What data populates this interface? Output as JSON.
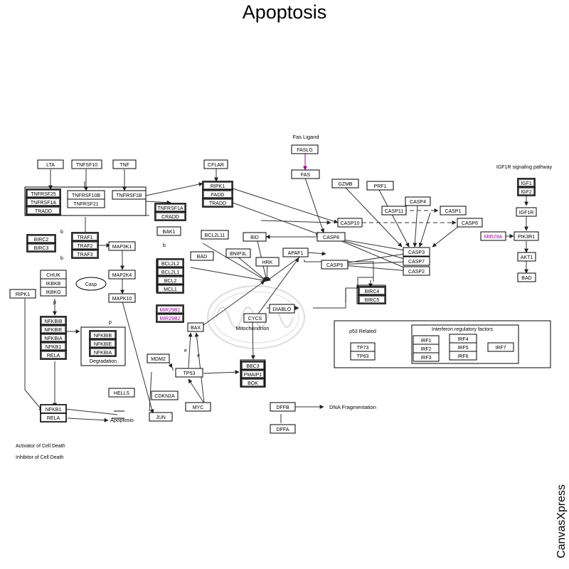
{
  "title": "Apoptosis",
  "brand": "CanvasXpress",
  "colors": {
    "mirna": "#990099",
    "line": "#333333",
    "box": "#000000"
  },
  "diagram": {
    "labels": {
      "fas_ligand": "Fas Ligand",
      "igf1r_pathway": "IGF1R signaling pathway",
      "mitochondrion": "Mitochondrion",
      "dna_fragmentation": "DNA Fragmentation",
      "apoptosis": "Apoptosis",
      "degradation": "Degradation",
      "activator": "Activator of Cell Death",
      "inhibitor": "Inhibitor of Cell Death",
      "p53_related": "p53 Related",
      "irf_group": "Interferon regulatory factors",
      "casp": "Casp",
      "b": "b",
      "p": "p",
      "e": "e"
    },
    "nodes": {
      "LTA": "LTA",
      "TNFSF10": "TNFSF10",
      "TNF": "TNF",
      "CFLAR": "CFLAR",
      "TNFRSF25": "TNFRSF25",
      "TNFRSF1A": "TNFRSF1A",
      "TRADD": "TRADD",
      "TNFRSF10B": "TNFRSF10B",
      "TNFRSF21": "TNFRSF21",
      "TNFRSF1B": "TNFRSF1B",
      "RIPK1": "RIPK1",
      "FADD": "FADD",
      "CRADD": "CRADD",
      "FASLG": "FASLG",
      "FAS": "FAS",
      "GZMB": "GZMB",
      "PRF1": "PRF1",
      "CASP4": "CASP4",
      "CASP11": "CASP11",
      "CASP1": "CASP1",
      "CASP10": "CASP10",
      "CASP6": "CASP6",
      "CASP8": "CASP8",
      "CASP3": "CASP3",
      "CASP7": "CASP7",
      "CASP2": "CASP2",
      "CASP9": "CASP9",
      "BID": "BID",
      "BAK1": "BAK1",
      "BCL2L11": "BCL2L11",
      "BNIP3L": "BNIP3L",
      "BAD": "BAD",
      "HRK": "HRK",
      "APAF1": "APAF1",
      "BCL2L2": "BCL2L2",
      "BCL2L1": "BCL2L1",
      "BCL2": "BCL2",
      "MCL1": "MCL1",
      "MIR29B1": "MIR29B1",
      "MIR29B2": "MIR29B2",
      "BIRC2": "BIRC2",
      "BIRC3": "BIRC3",
      "TRAF1": "TRAF1",
      "TRAF2": "TRAF2",
      "TRAF3": "TRAF3",
      "MAP3K1": "MAP3K1",
      "MAP2K4": "MAP2K4",
      "MAPK10": "MAPK10",
      "CHUK": "CHUK",
      "IKBKB": "IKBKB",
      "IKBKG": "IKBKG",
      "NFKBIB": "NFKBIB",
      "NFKBIE": "NFKBIE",
      "NFKBIA": "NFKBIA",
      "NFKB1": "NFKB1",
      "RELA": "RELA",
      "BIRC4": "BIRC4",
      "BIRC5": "BIRC5",
      "DIABLO": "DIABLO",
      "CYCS": "CYCS",
      "BAX": "BAX",
      "MDM2": "MDM2",
      "TP53": "TP53",
      "BBC3": "BBC3",
      "PMAIP1": "PMAIP1",
      "BOK": "BOK",
      "HELLS": "HELLS",
      "CDKN2A": "CDKN2A",
      "MYC": "MYC",
      "JUN": "JUN",
      "DFFB": "DFFB",
      "DFFA": "DFFA",
      "IGF1": "IGF1",
      "IGF2": "IGF2",
      "IGF1R": "IGF1R",
      "MIR29A": "MIR29A",
      "PIK3R1": "PIK3R1",
      "AKT1": "AKT1",
      "TP73": "TP73",
      "TP63": "TP63",
      "IRF1": "IRF1",
      "IRF2": "IRF2",
      "IRF3": "IRF3",
      "IRF4": "IRF4",
      "IRF5": "IRF5",
      "IRF6": "IRF6",
      "IRF7": "IRF7"
    }
  }
}
